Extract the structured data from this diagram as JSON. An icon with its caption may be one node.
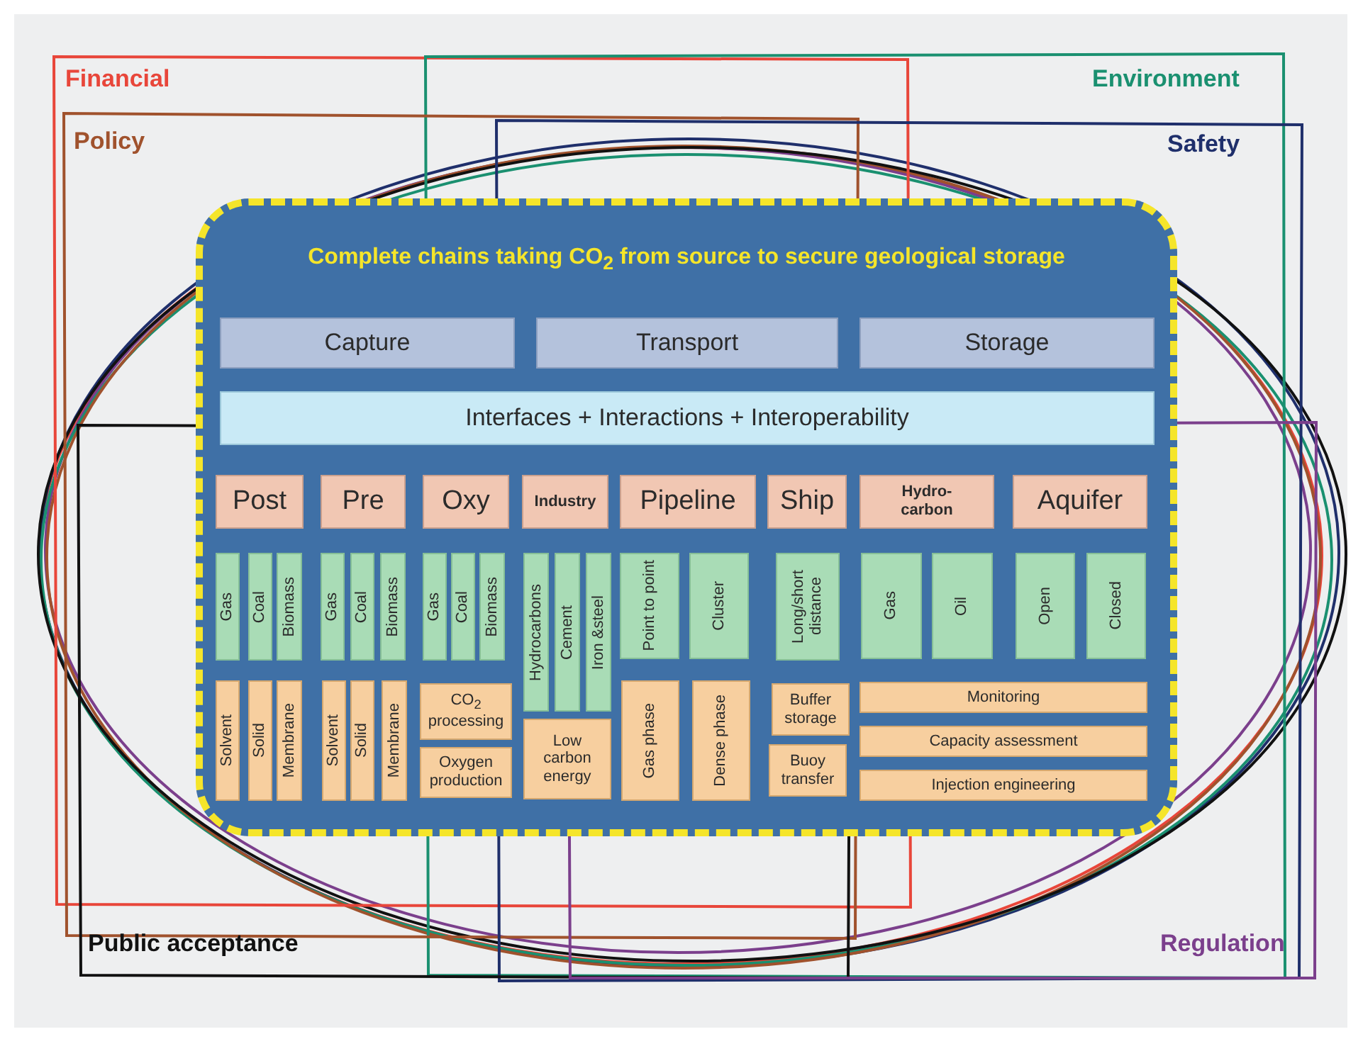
{
  "diagram": {
    "nodes": [
      {
        "text": [
          "Financial"
        ]
      },
      {
        "text": [
          "Environment"
        ]
      },
      {
        "text": [
          "Policy"
        ]
      },
      {
        "text": [
          "Safety"
        ]
      },
      {
        "text": [
          "Public acceptance"
        ]
      },
      {
        "text": [
          "Regulation"
        ]
      },
      {
        "text": [
          "Complete chains taking CO$_{2}$ from source to secure geological storage"
        ]
      },
      {
        "text": [
          "Capture"
        ],
        "in": 6
      },
      {
        "text": [
          "Transport"
        ],
        "in": 6
      },
      {
        "text": [
          "Storage"
        ],
        "in": 6
      },
      {
        "text": [
          "Interfaces + Interactions + Interoperability"
        ],
        "in": 6
      },
      {
        "text": [
          "Post"
        ],
        "in": 6
      },
      {
        "text": [
          "Pre"
        ],
        "in": 6
      },
      {
        "text": [
          "Oxy"
        ],
        "in": 6
      },
      {
        "text": [
          "Industry"
        ],
        "in": 6
      },
      {
        "text": [
          "Pipeline"
        ],
        "in": 6
      },
      {
        "text": [
          "Ship"
        ],
        "in": 6
      },
      {
        "text": [
          "Hydro- carbon"
        ],
        "in": 6
      },
      {
        "text": [
          "Aquifer"
        ],
        "in": 6
      },
      {
        "text": [
          "Gas"
        ],
        "in": 6
      },
      {
        "text": [
          "Coal"
        ],
        "in": 6
      },
      {
        "text": [
          "Biomass"
        ],
        "in": 6
      },
      {
        "text": [
          "Gas"
        ],
        "in": 6
      },
      {
        "text": [
          "Coal"
        ],
        "in": 6
      },
      {
        "text": [
          "Biomass"
        ],
        "in": 6
      },
      {
        "text": [
          "Gas"
        ],
        "in": 6
      },
      {
        "text": [
          "Coal"
        ],
        "in": 6
      },
      {
        "text": [
          "Biomass"
        ],
        "in": 6
      },
      {
        "text": [
          "Hydrocarbons"
        ],
        "in": 6
      },
      {
        "text": [
          "Cement"
        ],
        "in": 6
      },
      {
        "text": [
          "Iron &steel"
        ],
        "in": 6
      },
      {
        "text": [
          "Point to point"
        ],
        "in": 6
      },
      {
        "text": [
          "Cluster"
        ],
        "in": 6
      },
      {
        "text": [
          "Long/short distance"
        ],
        "in": 6
      },
      {
        "text": [
          "Gas"
        ],
        "in": 6
      },
      {
        "text": [
          "Oil"
        ],
        "in": 6
      },
      {
        "text": [
          "Open"
        ],
        "in": 6
      },
      {
        "text": [
          "Closed"
        ],
        "in": 6
      },
      {
        "text": [
          "Solvent"
        ],
        "in": 6
      },
      {
        "text": [
          "Solid"
        ],
        "in": 6
      },
      {
        "text": [
          "Membrane"
        ],
        "in": 6
      },
      {
        "text": [
          "Solvent"
        ],
        "in": 6
      },
      {
        "text": [
          "Solid"
        ],
        "in": 6
      },
      {
        "text": [
          "Membrane"
        ],
        "in": 6
      },
      {
        "text": [
          "CO$_{2}$ processing"
        ],
        "in": 6
      },
      {
        "text": [
          "Oxygen production"
        ],
        "in": 6
      },
      {
        "text": [
          "Low carbon energy"
        ],
        "in": 6
      },
      {
        "text": [
          "Gas phase"
        ],
        "in": 6
      },
      {
        "text": [
          "Dense phase"
        ],
        "in": 6
      },
      {
        "text": [
          "Buffer storage"
        ],
        "in": 6
      },
      {
        "text": [
          "Buoy transfer"
        ],
        "in": 6
      },
      {
        "text": [
          "Monitoring"
        ],
        "in": 6
      },
      {
        "text": [
          "Capacity assessment"
        ],
        "in": 6
      },
      {
        "text": [
          "Injection engineering"
        ],
        "in": 6
      }
    ]
  }
}
